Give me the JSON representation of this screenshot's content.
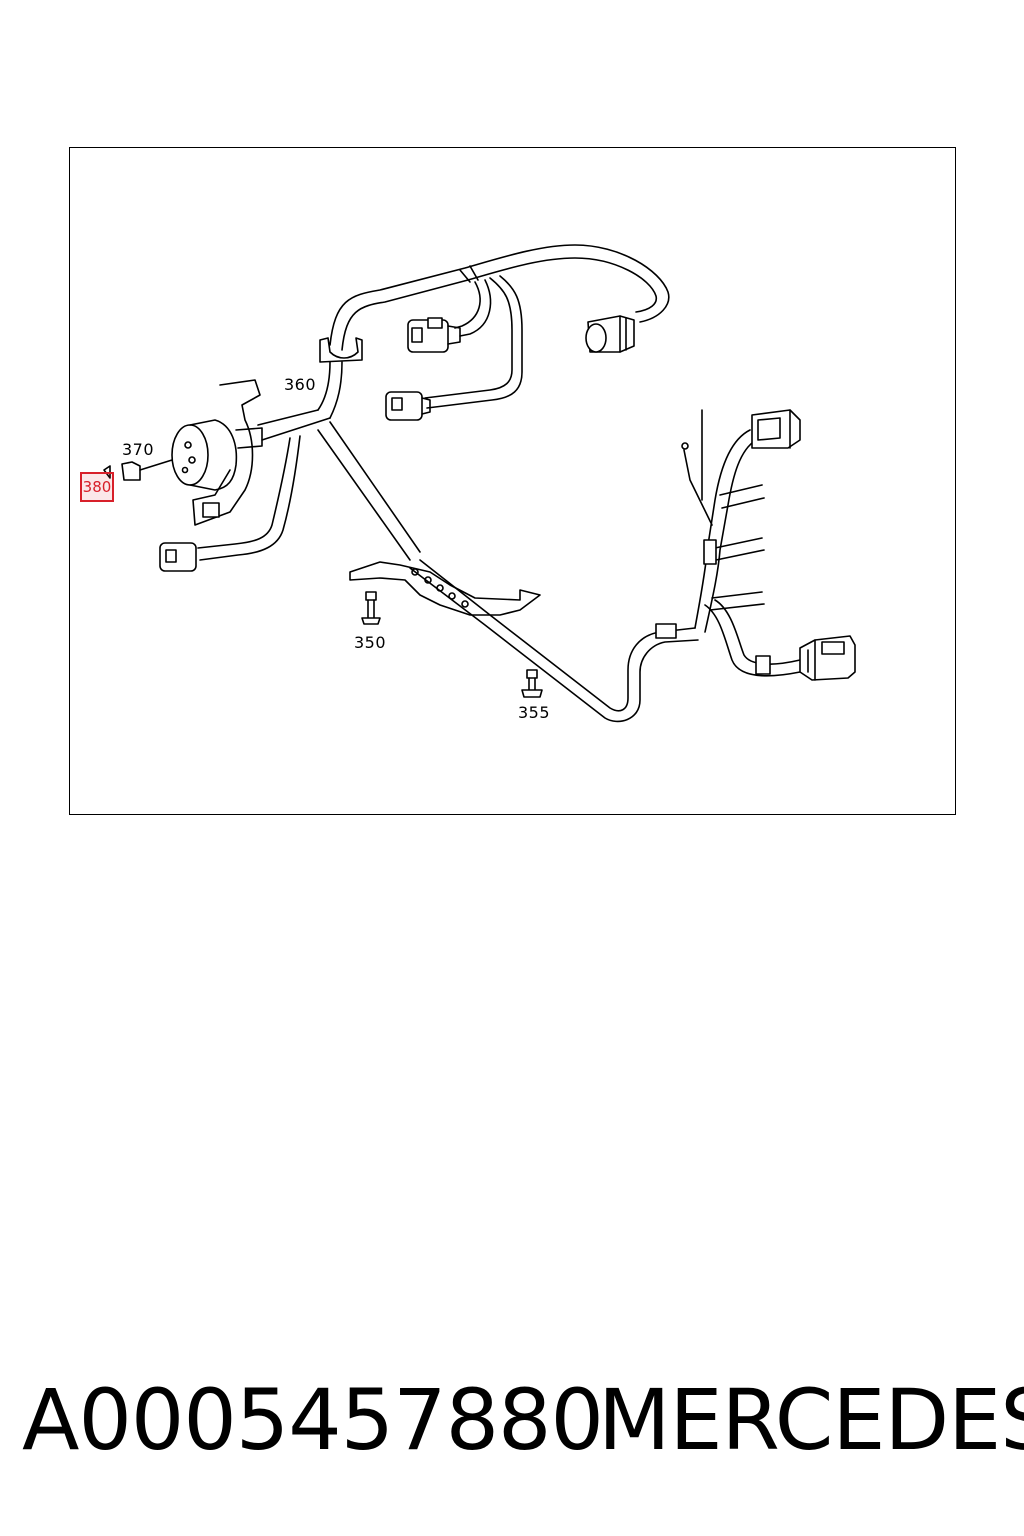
{
  "callouts": {
    "c350": "350",
    "c355": "355",
    "c360": "360",
    "c370": "370",
    "c380": "380"
  },
  "highlight_color": "#d8202a",
  "footer": {
    "part_number": "A0005457880",
    "brand": "MERCEDES"
  }
}
